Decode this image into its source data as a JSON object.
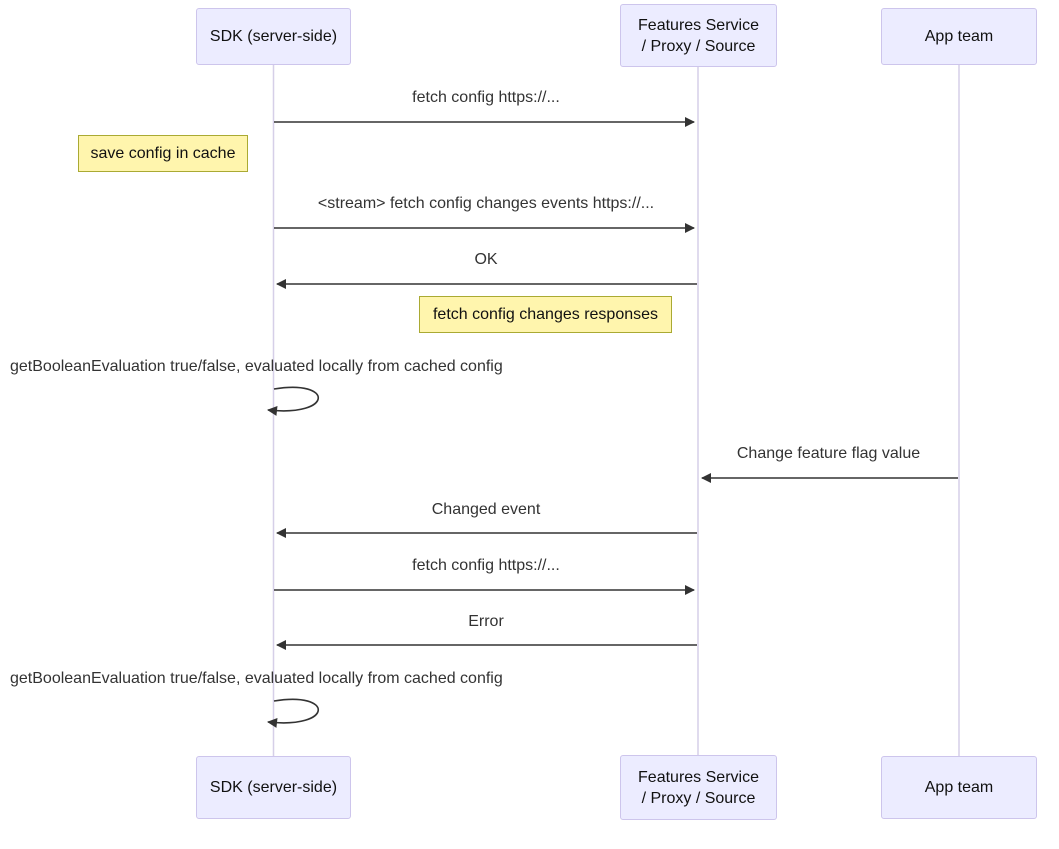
{
  "diagram": {
    "kind": "sequence-diagram",
    "participants": [
      {
        "id": "sdk",
        "label": "SDK (server-side)"
      },
      {
        "id": "features",
        "label": "Features Service\n/ Proxy / Source"
      },
      {
        "id": "app",
        "label": "App team"
      }
    ],
    "messages": [
      {
        "type": "arrow",
        "from": "sdk",
        "to": "features",
        "label": "fetch config https://..."
      },
      {
        "type": "note",
        "position": "left of sdk",
        "label": "save config in cache"
      },
      {
        "type": "arrow",
        "from": "sdk",
        "to": "features",
        "label": "<stream> fetch config changes events https://..."
      },
      {
        "type": "arrow",
        "from": "features",
        "to": "sdk",
        "label": "OK"
      },
      {
        "type": "note",
        "position": "left of features",
        "label": "fetch config changes responses"
      },
      {
        "type": "self",
        "from": "sdk",
        "to": "sdk",
        "label": "getBooleanEvaluation true/false, evaluated locally from cached config"
      },
      {
        "type": "arrow",
        "from": "app",
        "to": "features",
        "label": "Change feature flag value"
      },
      {
        "type": "arrow",
        "from": "features",
        "to": "sdk",
        "label": "Changed event"
      },
      {
        "type": "arrow",
        "from": "sdk",
        "to": "features",
        "label": "fetch config https://..."
      },
      {
        "type": "arrow",
        "from": "features",
        "to": "sdk",
        "label": "Error"
      },
      {
        "type": "self",
        "from": "sdk",
        "to": "sdk",
        "label": "getBooleanEvaluation true/false, evaluated locally from cached config"
      }
    ],
    "colors": {
      "background": "#ffffff",
      "actor_fill": "#ECECFF",
      "actor_border": "#cdc5ec",
      "lifeline": "#d6cfe8",
      "arrow": "#333333",
      "note_fill": "#fff5ad",
      "note_border": "#aaaa33",
      "text": "#1a1a1a"
    }
  }
}
